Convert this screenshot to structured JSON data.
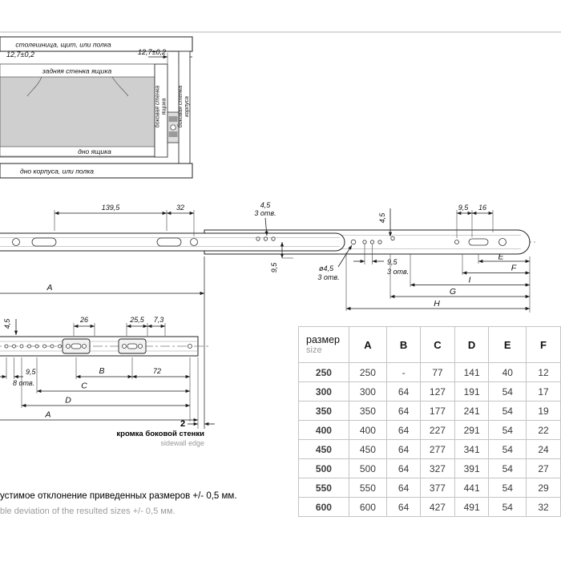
{
  "install": {
    "top_panel": "столешница, щит, или полка",
    "gap_left": "12,7±0,2",
    "gap_right": "12,7±0,2",
    "back_wall": "задняя стенка ящика",
    "drawer_side_1": "боковая стенка",
    "drawer_side_2": "ящика",
    "cabinet_side_1": "боковая стенка",
    "cabinet_side_2": "корпуса",
    "drawer_bottom": "дно ящика",
    "bottom_panel": "дно корпуса, или полка"
  },
  "side_view": {
    "d139": "139,5",
    "d32": "32",
    "d45_top": "4,5",
    "d45_top_note": "3 отв.",
    "d45_vert": "4,5",
    "d95_top": "9,5",
    "d16": "16",
    "d95_vert": "9,5",
    "dia45": "ø4,5",
    "dia45_note": "3 отв.",
    "d95_bot": "9,5",
    "d95_bot_note": "3 отв.",
    "dim_E": "E",
    "dim_F": "F",
    "dim_I": "I",
    "dim_G": "G",
    "dim_H": "H",
    "dim_A": "A"
  },
  "plan_view": {
    "d45_vert": "4,5",
    "d26": "26",
    "d255": "25,5",
    "d73": "7,3",
    "d95": "9,5",
    "d95_note": "8 отв.",
    "dim_B": "B",
    "d72": "72",
    "dim_C": "C",
    "dim_D": "D",
    "dim_A": "A",
    "edge_gap": "2",
    "edge_ru": "кромка боковой стенки",
    "edge_en": "sidewall edge"
  },
  "table": {
    "size_ru": "размер",
    "size_en": "size",
    "cols": [
      "A",
      "B",
      "C",
      "D",
      "E",
      "F"
    ],
    "rows": [
      [
        "250",
        "250",
        "-",
        "77",
        "141",
        "40",
        "12"
      ],
      [
        "300",
        "300",
        "64",
        "127",
        "191",
        "54",
        "17"
      ],
      [
        "350",
        "350",
        "64",
        "177",
        "241",
        "54",
        "19"
      ],
      [
        "400",
        "400",
        "64",
        "227",
        "291",
        "54",
        "22"
      ],
      [
        "450",
        "450",
        "64",
        "277",
        "341",
        "54",
        "24"
      ],
      [
        "500",
        "500",
        "64",
        "327",
        "391",
        "54",
        "27"
      ],
      [
        "550",
        "550",
        "64",
        "377",
        "441",
        "54",
        "29"
      ],
      [
        "600",
        "600",
        "64",
        "427",
        "491",
        "54",
        "32"
      ]
    ]
  },
  "footer": {
    "ru": "устимое отклонение приведенных размеров +/- 0,5 мм.",
    "en": "ble deviation of the resulted sizes +/- 0,5 мм."
  }
}
